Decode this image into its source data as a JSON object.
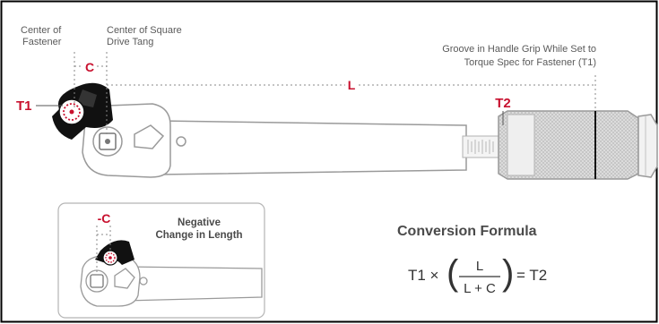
{
  "labels": {
    "center_fastener_line1": "Center of",
    "center_fastener_line2": "Fastener",
    "center_drive_line1": "Center of Square",
    "center_drive_line2": "Drive Tang",
    "groove_line1": "Groove in Handle Grip While Set to",
    "groove_line2": "Torque Spec for Fastener (T1)",
    "c": "C",
    "l": "L",
    "t1": "T1",
    "t2": "T2"
  },
  "inset": {
    "neg_c": "-C",
    "negative_line1": "Negative",
    "negative_line2": "Change in Length"
  },
  "formula": {
    "title": "Conversion Formula",
    "lhs": "T1 ×",
    "numerator": "L",
    "denominator": "L + C",
    "rhs": "= T2"
  },
  "colors": {
    "accent": "#c8102e",
    "tool_body": "#ffffff",
    "tool_outline": "#9a9a9a",
    "grip": "#d6d6d6",
    "socket": "#111111",
    "frame": "#000000"
  }
}
